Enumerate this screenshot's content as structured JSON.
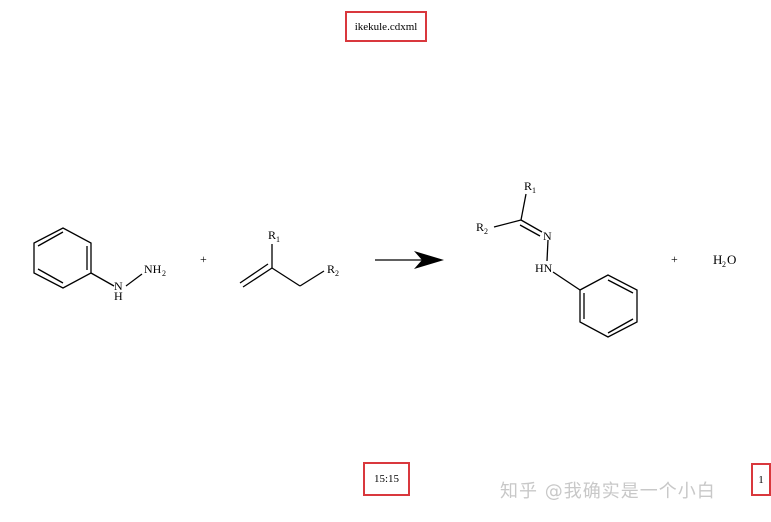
{
  "header": {
    "filename": "ikekule.cdxml"
  },
  "footer": {
    "time": "15:15",
    "page": "1"
  },
  "reaction": {
    "reactant1": {
      "nh_label": "H",
      "nh_atom": "N",
      "nh2_label": "NH",
      "nh2_sub": "2"
    },
    "plus1": "+",
    "reactant2": {
      "r1": "R",
      "r1_sub": "1",
      "r2": "R",
      "r2_sub": "2"
    },
    "product": {
      "r1": "R",
      "r1_sub": "1",
      "r2": "R",
      "r2_sub": "2",
      "n_label": "N",
      "hn_label": "HN"
    },
    "plus2": "+",
    "byproduct": {
      "h": "H",
      "h_sub": "2",
      "o": "O"
    }
  },
  "watermark": "知乎 @我确实是一个小白"
}
